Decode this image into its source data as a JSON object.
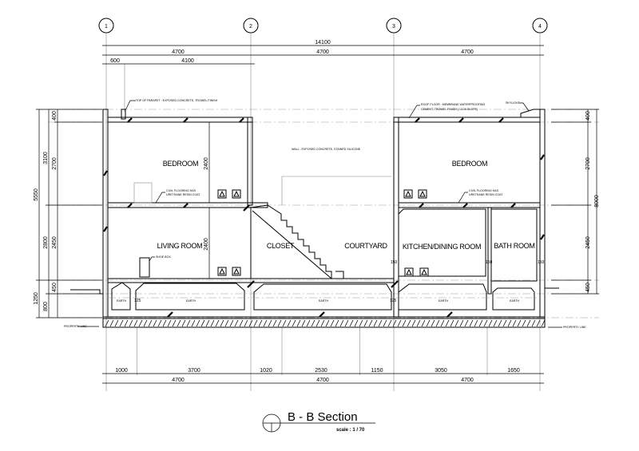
{
  "title": "B - B Section",
  "scale": "scale : 1 / 70",
  "grid_axes": [
    "1",
    "2",
    "3",
    "4"
  ],
  "top_dimensions": {
    "overall": "14100",
    "bays": [
      "4700",
      "4700",
      "4700"
    ],
    "sub": [
      "600",
      "4100"
    ]
  },
  "bottom_dimensions": {
    "segments": [
      "1000",
      "3700",
      "1020",
      "2530",
      "1150",
      "3050",
      "1650"
    ],
    "bays": [
      "4700",
      "4700",
      "4700"
    ]
  },
  "left_dimensions": {
    "overall": "5550",
    "levels": [
      "3100",
      "2800",
      "1250"
    ],
    "detail": [
      "400",
      "2700",
      "2450",
      "450",
      "800"
    ]
  },
  "right_dimensions": {
    "overall": "8000",
    "detail": [
      "400",
      "2700",
      "2450",
      "450"
    ]
  },
  "rooms": {
    "bedroom_left": "BEDROOM",
    "bedroom_right": "BEDROOM",
    "living": "LIVING ROOM",
    "closet": "CLOSET",
    "courtyard": "COURTYARD",
    "kitchen": "KITCHEN/DINING ROOM",
    "bath": "BATH ROOM"
  },
  "ceiling_heights": [
    "2400",
    "2400"
  ],
  "notes": {
    "parapet": "TOP OF PARAPET : EXPOSED CONCRETE, TROWEL FINISH",
    "wall": "WALL : EXPOSED CONCRETE, STAINED SILICONE",
    "roof": "ROOF FLOOR : MEMBRANE WATERPROOFING",
    "roof2": "CEMENT, TROWEL FINISH ( 1/100 SLOPE)",
    "skylight": "SKYLIGHT",
    "floor_left": "CIVIL FLOORING HAS",
    "floor_left2": "URETHANE RESIN COAT",
    "floor_right": "CIVIL FLOORING HAS",
    "floor_right2": "URETHANE RESIN COAT",
    "shoe_box": "SHOE BOX",
    "property_line_left": "PROPERTY LINE",
    "property_line_right": "PROPERTY LINE",
    "earth": "EARTH",
    "level_marks": [
      "125",
      "150"
    ]
  }
}
